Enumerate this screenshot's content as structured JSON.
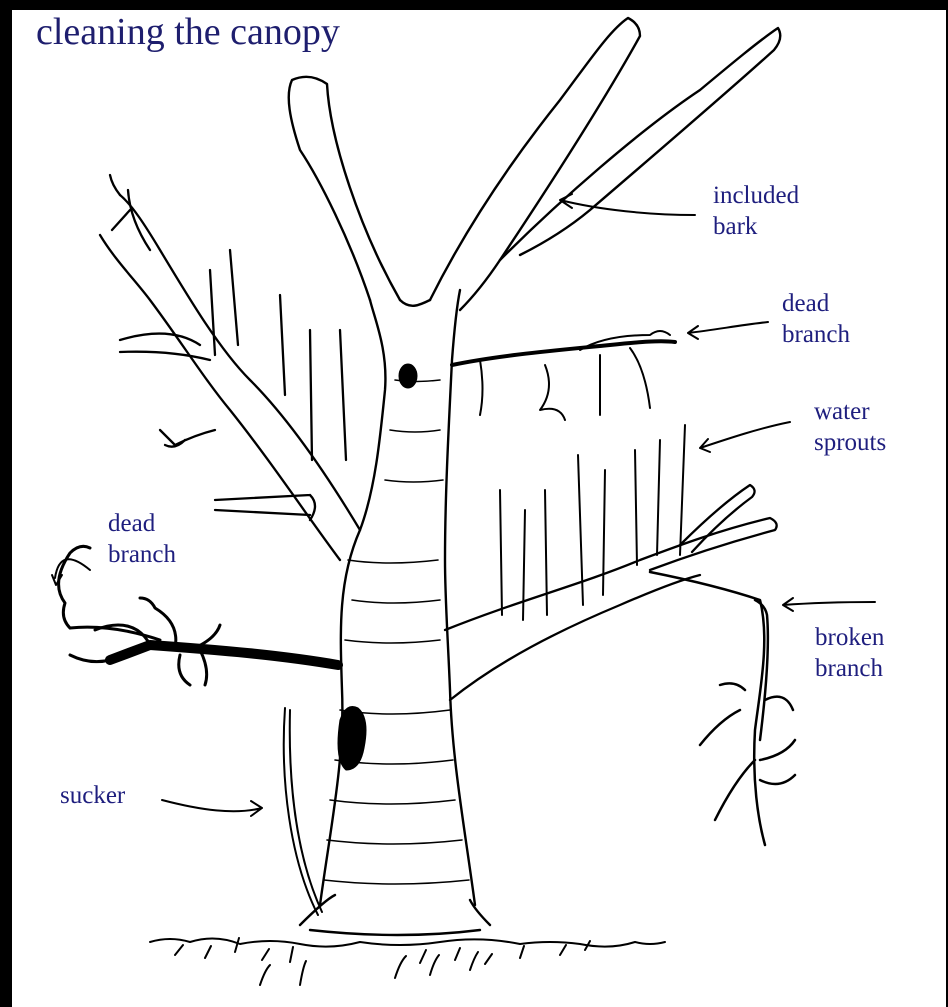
{
  "title": "cleaning the canopy",
  "labels": {
    "included_bark": [
      "included",
      "bark"
    ],
    "dead_branch_right": [
      "dead",
      "branch"
    ],
    "water_sprouts": [
      "water",
      "sprouts"
    ],
    "dead_branch_left": [
      "dead",
      "branch"
    ],
    "broken_branch": [
      "broken",
      "branch"
    ],
    "sucker": "sucker"
  },
  "colors": {
    "label": "#1e1e7e",
    "title": "#1e1e6e",
    "ink": "#000000",
    "frame": "#000000"
  }
}
